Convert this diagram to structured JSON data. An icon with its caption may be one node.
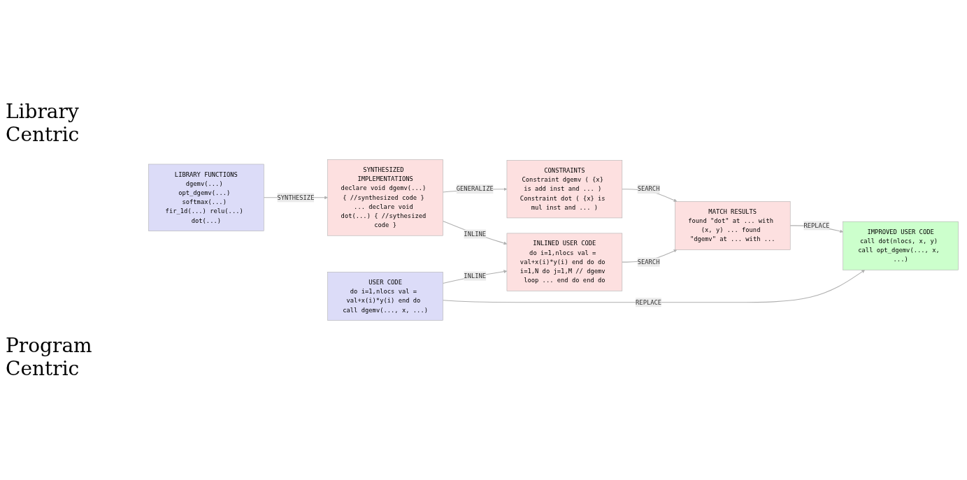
{
  "diagram": {
    "nodes": [
      {
        "text": [
          "LIBRARY FUNCTIONS",
          "dgemv(...) opt_dgemv(...) softmax(...) fir_1d(...) relu(...) dot(...)"
        ]
      },
      {
        "text": [
          "SYNTHESIZED IMPLEMENTATIONS",
          "declare void dgemv(...) { //synthesized code } ... declare void dot(...) { //sythesized code }"
        ]
      },
      {
        "text": [
          "CONSTRAINTS",
          "Constraint dgemv ( {x} is add inst and ... ) Constraint dot ( {x} is mul inst and ... )"
        ]
      },
      {
        "text": [
          "USER CODE",
          "do i=1,nlocs val = val+x(i)*y(i) end do call dgemv(..., x, ...)"
        ]
      },
      {
        "text": [
          "INLINED USER CODE",
          "do i=1,nlocs val = val+x(i)*y(i) end do do i=1,N do j=1,M // dgemv loop ... end do end do"
        ]
      },
      {
        "text": [
          "MATCH RESULTS",
          "found \"dot\" at ... with (x, y) ... found \"dgemv\" at ... with ..."
        ]
      },
      {
        "text": [
          "IMPROVED USER CODE",
          "call dot(nlocs, x, y) call opt_dgemv(..., x, ...)"
        ]
      }
    ],
    "edges": [
      {
        "from": 0,
        "to": 1,
        "arrow": "to",
        "label": "SYNTHESIZE"
      },
      {
        "from": 1,
        "to": 2,
        "arrow": "to",
        "label": "GENERALIZE"
      },
      {
        "from": 1,
        "to": 4,
        "arrow": "to",
        "label": "INLINE"
      },
      {
        "from": 2,
        "to": 5,
        "arrow": "to",
        "label": "SEARCH"
      },
      {
        "from": 3,
        "to": 4,
        "arrow": "to",
        "label": "INLINE"
      },
      {
        "from": 4,
        "to": 5,
        "arrow": "to",
        "label": "SEARCH"
      },
      {
        "from": 5,
        "to": 6,
        "arrow": "to",
        "label": "REPLACE"
      },
      {
        "from": 3,
        "to": 6,
        "arrow": "to",
        "label": "REPLACE"
      }
    ],
    "labels": [
      "Library Centric",
      "Program Centric"
    ]
  }
}
